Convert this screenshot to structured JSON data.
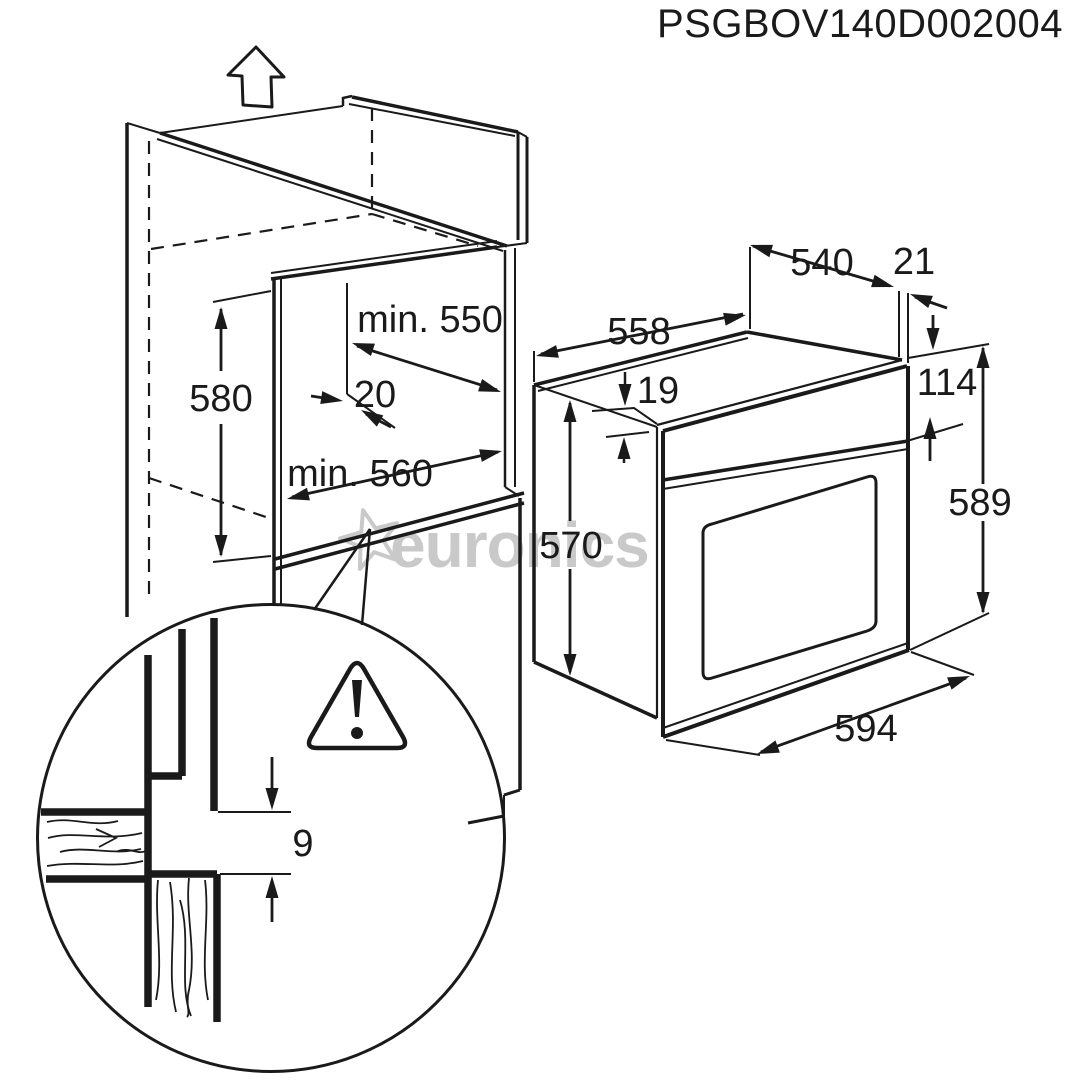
{
  "product_code": "PSGBOV140D002004",
  "watermark": {
    "brand": "euronics",
    "icon": "star-icon",
    "color": "#c9c9c9"
  },
  "cabinet": {
    "dims": {
      "niche_height": "580",
      "niche_depth_min": "min. 550",
      "shelf_rear_gap": "20",
      "niche_width_min": "min. 560"
    }
  },
  "oven": {
    "dims": {
      "body_width": "558",
      "body_depth": "540",
      "frame_side_overhang": "21",
      "frame_top_inset": "19",
      "control_panel_height": "114",
      "front_height": "589",
      "body_height": "570",
      "front_width": "594"
    }
  },
  "detail": {
    "bottom_gap": "9",
    "icon": "warning-triangle-icon"
  },
  "colors": {
    "line": "#1a1a1a",
    "watermark": "#c9c9c9",
    "background": "#ffffff"
  }
}
